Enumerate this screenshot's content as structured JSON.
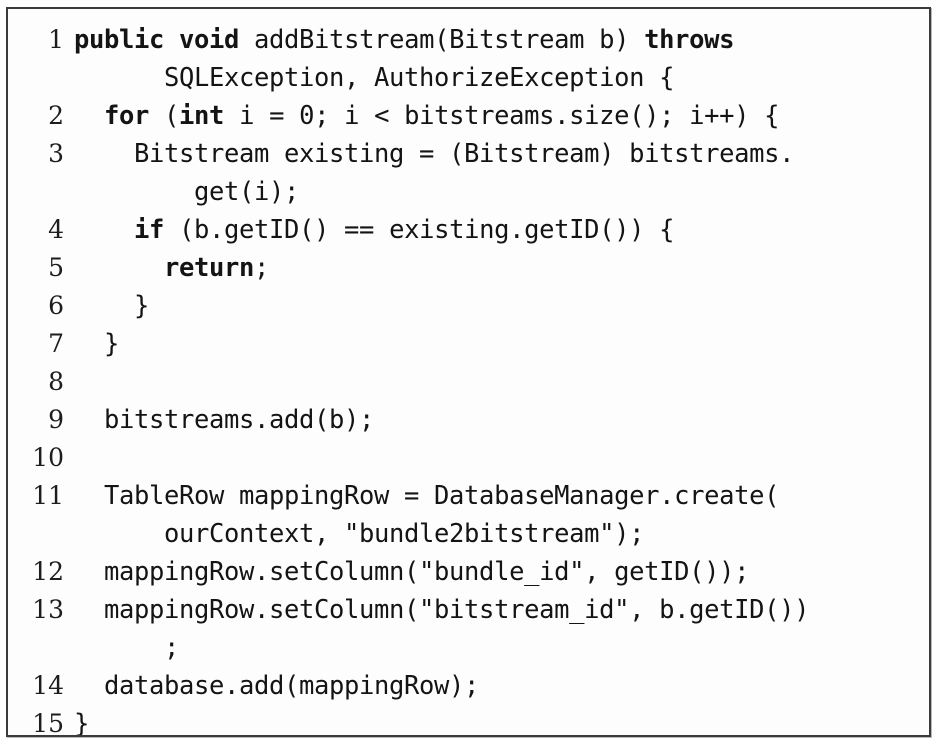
{
  "figure": {
    "kind": "code-listing",
    "language": "java",
    "border_color": "#3b3b3b",
    "background_color": "#fdfdfd",
    "text_color": "#141414",
    "line_number_color": "#1d1d1d",
    "first_line_number": 1,
    "last_line_number": 15,
    "total_numbered_lines": 15
  },
  "code_lines": [
    {
      "number": "1",
      "rows": [
        {
          "segments": [
            {
              "text": "public",
              "bold": true
            },
            {
              "text": " ",
              "bold": false
            },
            {
              "text": "void",
              "bold": true
            },
            {
              "text": " addBitstream(Bitstream b) ",
              "bold": false
            },
            {
              "text": "throws",
              "bold": true
            }
          ]
        },
        {
          "segments": [
            {
              "text": "      SQLException, AuthorizeException {",
              "bold": false
            }
          ]
        }
      ]
    },
    {
      "number": "2",
      "rows": [
        {
          "segments": [
            {
              "text": "  ",
              "bold": false
            },
            {
              "text": "for",
              "bold": true
            },
            {
              "text": " (",
              "bold": false
            },
            {
              "text": "int",
              "bold": true
            },
            {
              "text": " i = 0; i < bitstreams.size(); i++) {",
              "bold": false
            }
          ]
        }
      ]
    },
    {
      "number": "3",
      "rows": [
        {
          "segments": [
            {
              "text": "    Bitstream existing = (Bitstream) bitstreams.",
              "bold": false
            }
          ]
        },
        {
          "segments": [
            {
              "text": "        get(i);",
              "bold": false
            }
          ]
        }
      ]
    },
    {
      "number": "4",
      "rows": [
        {
          "segments": [
            {
              "text": "    ",
              "bold": false
            },
            {
              "text": "if",
              "bold": true
            },
            {
              "text": " (b.getID() == existing.getID()) {",
              "bold": false
            }
          ]
        }
      ]
    },
    {
      "number": "5",
      "rows": [
        {
          "segments": [
            {
              "text": "      ",
              "bold": false
            },
            {
              "text": "return",
              "bold": true
            },
            {
              "text": ";",
              "bold": false
            }
          ]
        }
      ]
    },
    {
      "number": "6",
      "rows": [
        {
          "segments": [
            {
              "text": "    }",
              "bold": false
            }
          ]
        }
      ]
    },
    {
      "number": "7",
      "rows": [
        {
          "segments": [
            {
              "text": "  }",
              "bold": false
            }
          ]
        }
      ]
    },
    {
      "number": "8",
      "rows": [
        {
          "segments": [
            {
              "text": "",
              "bold": false
            }
          ]
        }
      ]
    },
    {
      "number": "9",
      "rows": [
        {
          "segments": [
            {
              "text": "  bitstreams.add(b);",
              "bold": false
            }
          ]
        }
      ]
    },
    {
      "number": "10",
      "rows": [
        {
          "segments": [
            {
              "text": "",
              "bold": false
            }
          ]
        }
      ]
    },
    {
      "number": "11",
      "rows": [
        {
          "segments": [
            {
              "text": "  TableRow mappingRow = DatabaseManager.create(",
              "bold": false
            }
          ]
        },
        {
          "segments": [
            {
              "text": "      ourContext, \"bundle2bitstream\");",
              "bold": false
            }
          ]
        }
      ]
    },
    {
      "number": "12",
      "rows": [
        {
          "segments": [
            {
              "text": "  mappingRow.setColumn(\"bundle_id\", getID());",
              "bold": false
            }
          ]
        }
      ]
    },
    {
      "number": "13",
      "rows": [
        {
          "segments": [
            {
              "text": "  mappingRow.setColumn(\"bitstream_id\", b.getID())",
              "bold": false
            }
          ]
        },
        {
          "segments": [
            {
              "text": "      ;",
              "bold": false
            }
          ]
        }
      ]
    },
    {
      "number": "14",
      "rows": [
        {
          "segments": [
            {
              "text": "  database.add(mappingRow);",
              "bold": false
            }
          ]
        }
      ]
    },
    {
      "number": "15",
      "rows": [
        {
          "segments": [
            {
              "text": "}",
              "bold": false
            }
          ]
        }
      ]
    }
  ]
}
